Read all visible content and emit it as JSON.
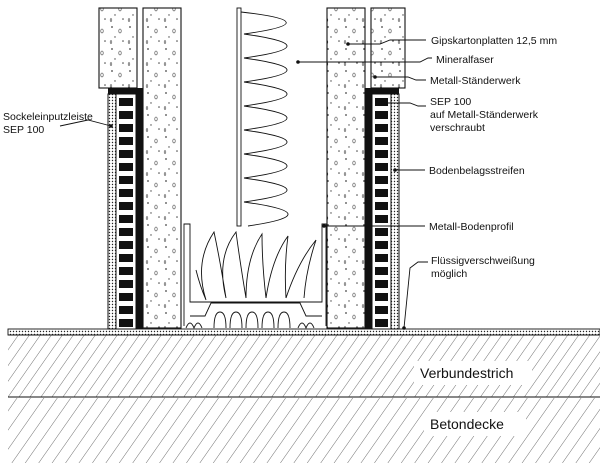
{
  "labels": {
    "gipskarton": "Gipskartonplatten 12,5 mm",
    "mineralfaser": "Mineralfaser",
    "staenderwerk": "Metall-Ständerwerk",
    "sep_line1": "SEP 100",
    "sep_line2": "auf Metall-Ständerwerk",
    "sep_line3": "verschraubt",
    "sockel_line1": "Sockeleinputzleiste",
    "sockel_line2": "SEP 100",
    "bodenbelag": "Bodenbelagsstreifen",
    "bodenprofil": "Metall-Bodenprofil",
    "fluessig_line1": "Flüssigverschweißung",
    "fluessig_line2": "möglich",
    "verbundestrich": "Verbundestrich",
    "betondecke": "Betondecke"
  }
}
